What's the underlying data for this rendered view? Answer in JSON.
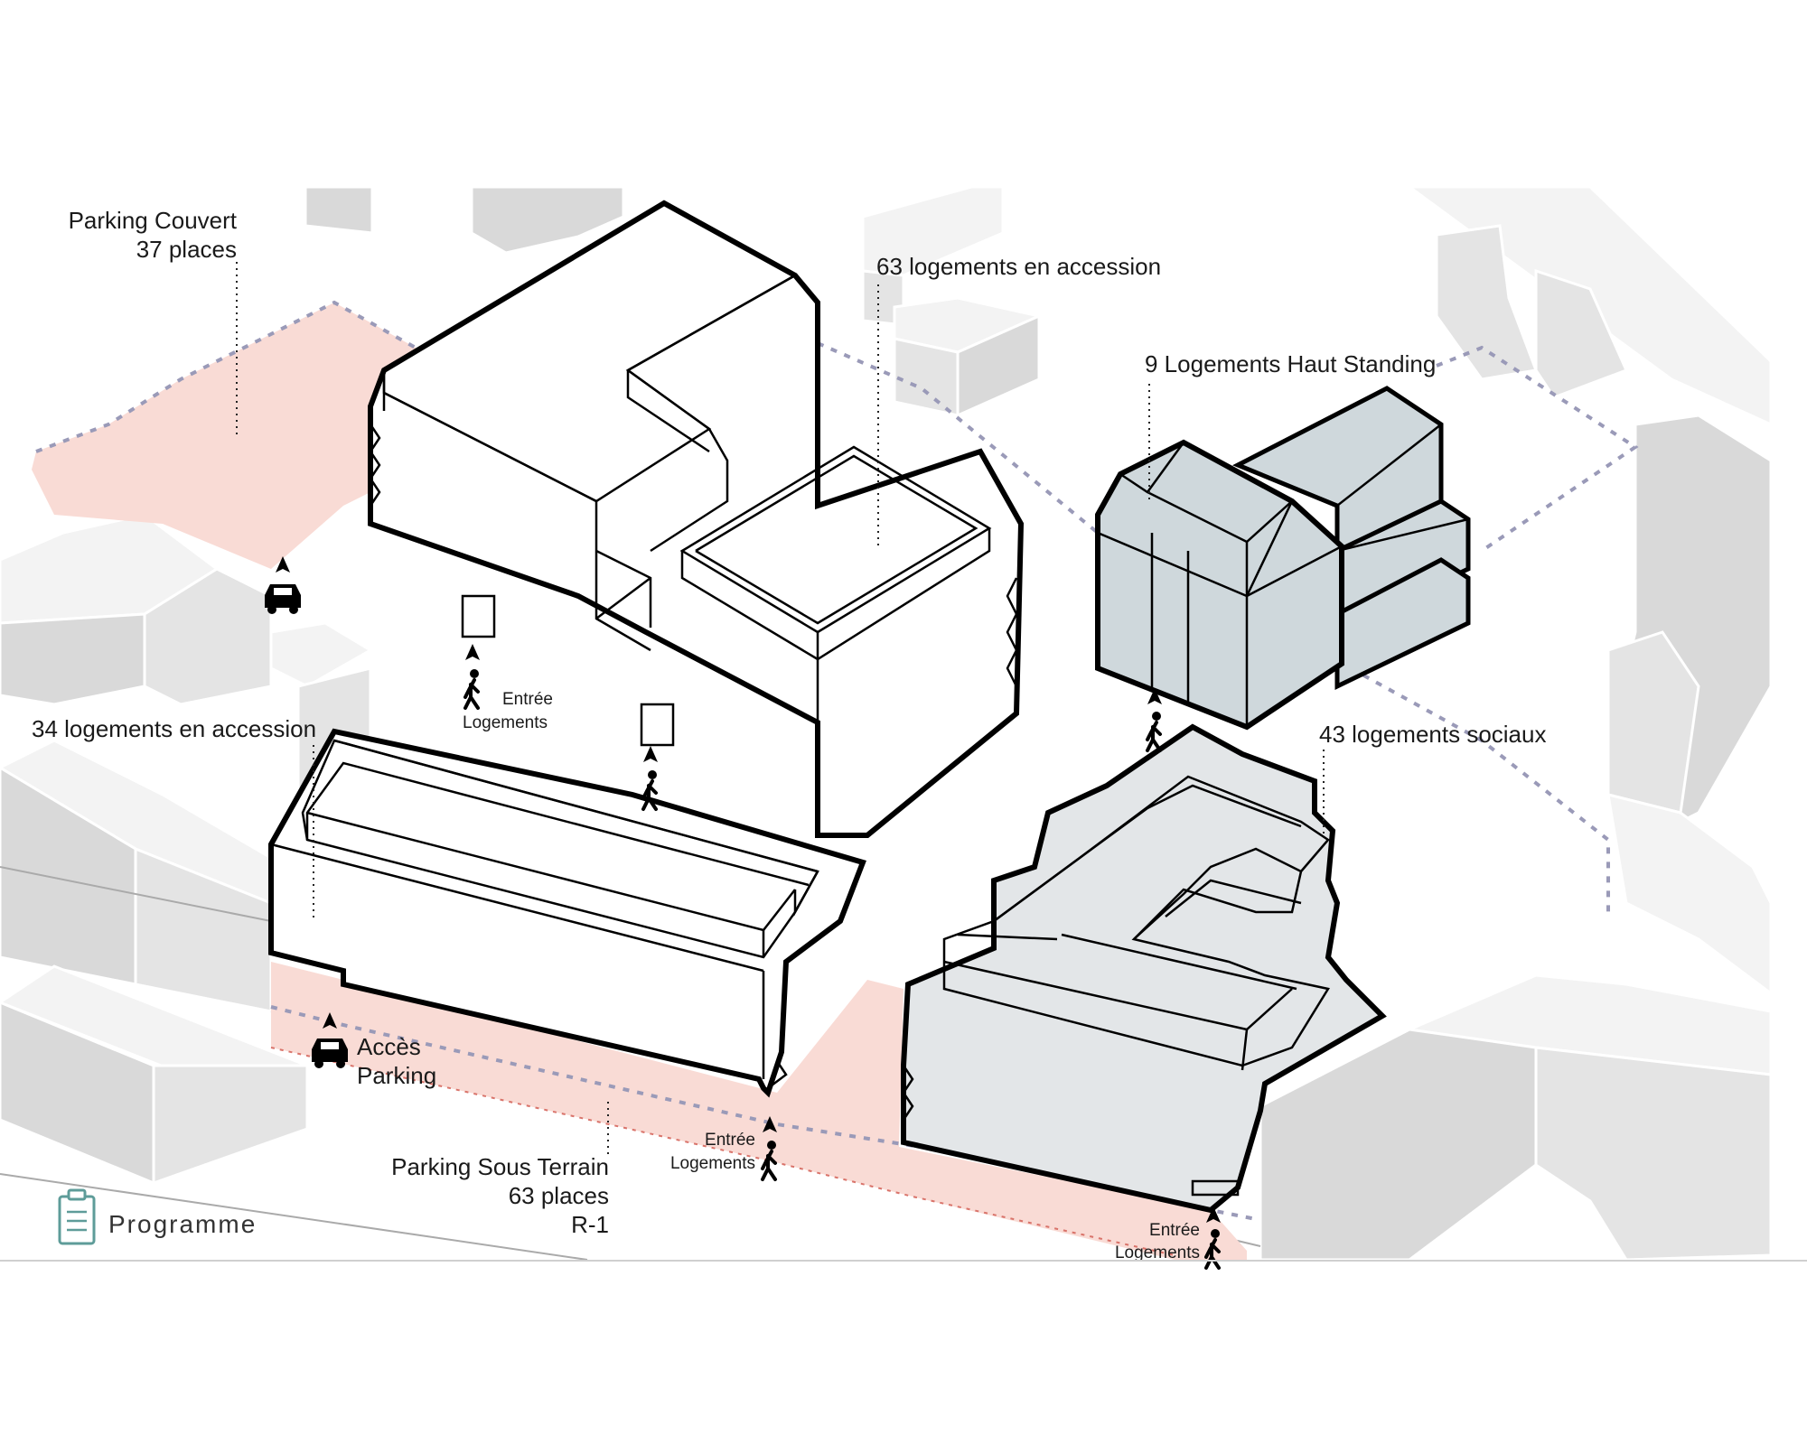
{
  "labels": {
    "parking_couvert_title": "Parking Couvert",
    "parking_couvert_places": "37 places",
    "acc63": "63 logements en accession",
    "haut_standing": "9 Logements Haut Standing",
    "acc34": "34 logements en accession",
    "sociaux": "43 logements sociaux",
    "acces_parking_1": "Accès",
    "acces_parking_2": "Parking",
    "parking_sous_1": "Parking Sous Terrain",
    "parking_sous_2": "63 places",
    "parking_sous_3": "R-1",
    "entree_1": "Entrée",
    "entree_2": "Logements",
    "legend": "Programme"
  },
  "icons": {
    "car": "car-icon",
    "pedestrian": "pedestrian-icon",
    "arrow": "arrow-up-icon",
    "legend": "clipboard-icon"
  },
  "colors": {
    "parking_fill": "#f9dbd5",
    "parking_edge": "#d9736a",
    "social_housing": "#e3e6e8",
    "luxury_housing": "#cfd8dc",
    "site_boundary": "#9a9ab8",
    "context_buildings": "#e4e4e4",
    "legend_accent": "#5e9c99"
  }
}
